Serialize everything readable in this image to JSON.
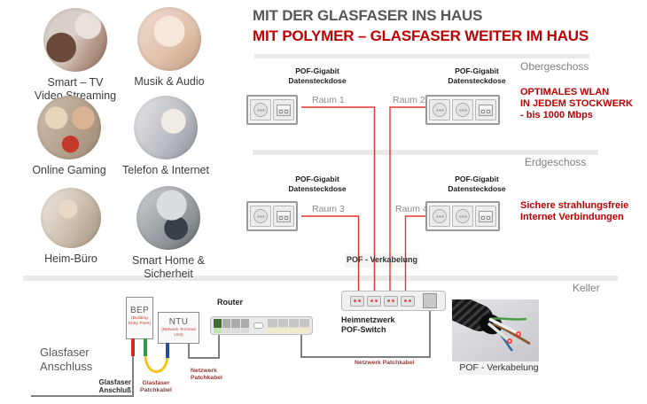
{
  "colors": {
    "accent_red": "#C00000",
    "line_red": "#E0352B",
    "floor_gray": "#7F7F7F",
    "cable_label_red": "#8F3B35"
  },
  "header": {
    "title_line1": "MIT DER GLASFASER INS HAUS",
    "title_line2": "MIT POLYMER – GLASFASER WEITER IM HAUS"
  },
  "services": [
    {
      "id": "smart-tv",
      "label": "Smart – TV\nVideo Streaming"
    },
    {
      "id": "musik-audio",
      "label": "Musik & Audio"
    },
    {
      "id": "online-gaming",
      "label": "Online Gaming"
    },
    {
      "id": "telefon-internet",
      "label": "Telefon & Internet"
    },
    {
      "id": "heim-buero",
      "label": "Heim-Büro"
    },
    {
      "id": "smart-home",
      "label": "Smart Home &\nSicherheit"
    }
  ],
  "floors": {
    "obergeschoss": {
      "label": "Obergeschoss",
      "note": "OPTIMALES WLAN\nIN JEDEM STOCKWERK\n- bis 1000 Mbps"
    },
    "erdgeschoss": {
      "label": "Erdgeschoss",
      "note": "Sichere strahlungsfreie\nInternet Verbindungen"
    },
    "keller": {
      "label": "Keller"
    }
  },
  "outlets": {
    "datasocket_label": "POF-Gigabit\nDatensteckdose",
    "rooms": [
      "Raum 1",
      "Raum 2",
      "Raum 3",
      "Raum 4"
    ]
  },
  "devices": {
    "bep": {
      "name": "BEP",
      "sub": "(Building\nEntry Point)"
    },
    "ntu": {
      "name": "NTU",
      "sub": "(Network Terminal\nUnit)"
    },
    "router": {
      "label": "Router"
    },
    "switch": {
      "label": "Heimnetzwerk\nPOF-Switch"
    }
  },
  "cabling": {
    "pof_mid_label": "POF - Verkabelung",
    "pof_photo_label": "POF - Verkabelung",
    "glasfaser_anschluss_big": "Glasfaser\nAnschluss",
    "glasfaser_anschluss_small": "Glasfaser\nAnschluß",
    "glasfaser_patchkabel": "Glasfaser\nPatchkabel",
    "netzwerk_patchkabel_left": "Netzwerk\nPatchkabel",
    "netzwerk_patchkabel_bottom": "Netzwerk Patchkabel"
  }
}
